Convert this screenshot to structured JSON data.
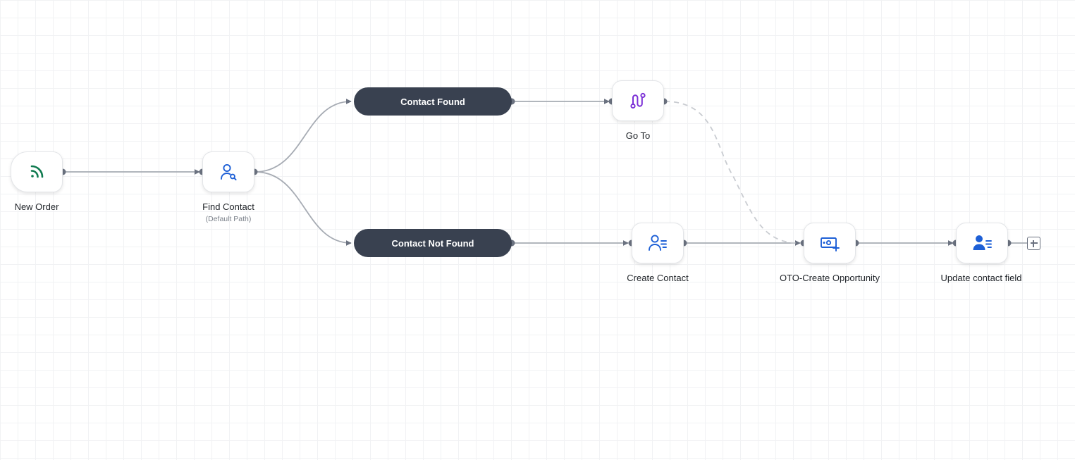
{
  "nodes": {
    "new_order": {
      "label": "New Order",
      "icon": "rss-icon",
      "color": "#0f7a4f"
    },
    "find_contact": {
      "label": "Find Contact",
      "sublabel": "(Default Path)",
      "icon": "user-search-icon",
      "color": "#1d5fd6"
    },
    "go_to": {
      "label": "Go To",
      "icon": "route-icon",
      "color": "#7b2fd6"
    },
    "create_contact": {
      "label": "Create Contact",
      "icon": "user-list-icon",
      "color": "#1d5fd6"
    },
    "create_opportunity": {
      "label": "OTO-Create Opportunity",
      "icon": "money-plus-icon",
      "color": "#1d5fd6"
    },
    "update_contact_field": {
      "label": "Update contact field",
      "icon": "user-edit-icon",
      "color": "#1d5fd6"
    }
  },
  "branches": {
    "found": {
      "label": "Contact Found"
    },
    "not_found": {
      "label": "Contact Not Found"
    }
  },
  "colors": {
    "edge": "#a6abb3",
    "handle": "#6b7280",
    "branch_bg": "#394150"
  }
}
